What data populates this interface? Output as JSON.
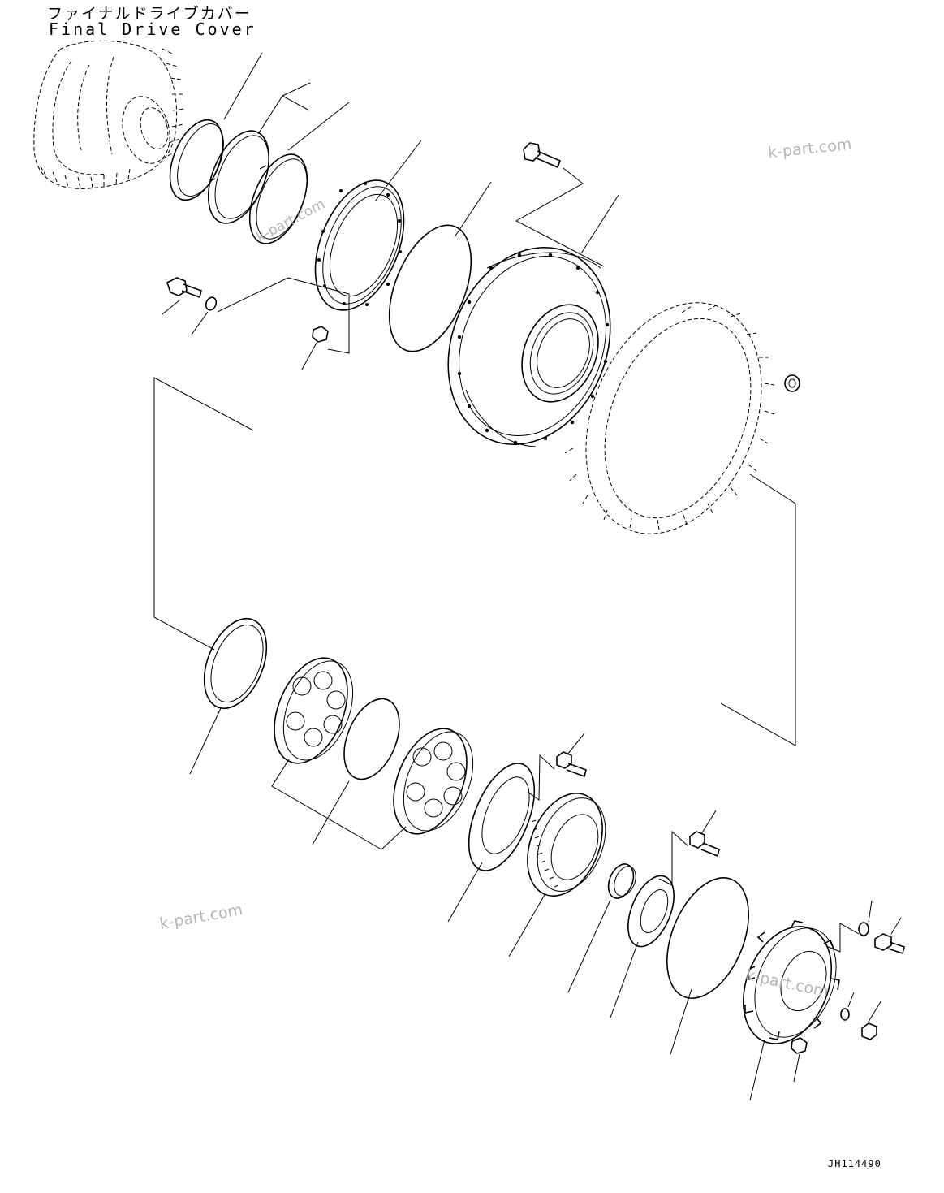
{
  "title": {
    "japanese": "ファイナルドライブカバー",
    "english": "Final Drive Cover"
  },
  "drawing_id": "JH114490",
  "watermarks": [
    "k-part.com",
    "k-part.com",
    "k-part.com",
    "k-part.com"
  ]
}
